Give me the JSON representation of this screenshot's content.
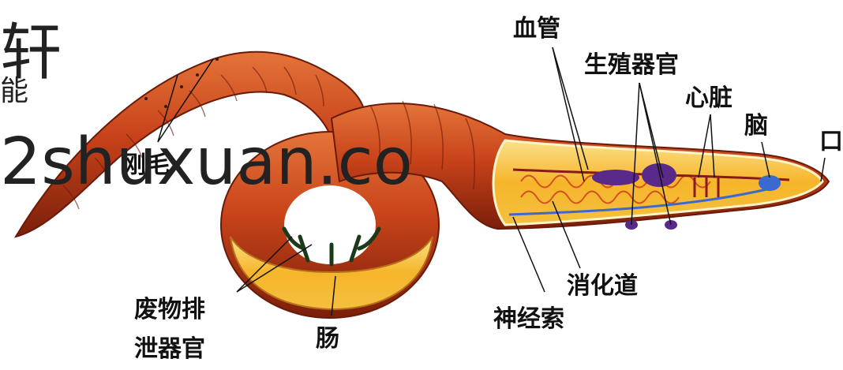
{
  "labels": {
    "blood_vessel": "血管",
    "reproductive_organs": "生殖器官",
    "heart": "心脏",
    "brain": "脑",
    "mouth": "口",
    "bristles": "刚毛",
    "excretory_organ_line1": "废物排",
    "excretory_organ_line2": "泄器官",
    "intestine": "肠",
    "digestive_tract": "消化道",
    "nerve_cord": "神经索"
  },
  "watermark": {
    "text": "2shuxuan.co",
    "fragment_top": "轩",
    "fragment_small": "能"
  },
  "colors": {
    "body": "#c8431a",
    "body_dark": "#7a1f0a",
    "body_light": "#e4743a",
    "inner": "#f6c23a",
    "organ_purple": "#5a2a8a",
    "brain_blue": "#3a6ad0"
  }
}
